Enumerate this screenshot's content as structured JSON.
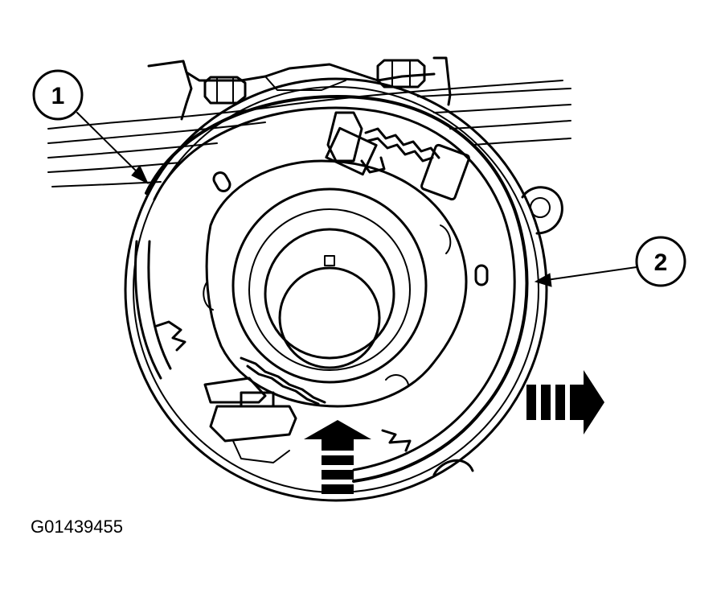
{
  "callouts": [
    {
      "label": "1"
    },
    {
      "label": "2"
    }
  ],
  "figure_id": "G01439455",
  "arrows": {
    "up": "direction-arrow-up",
    "right": "direction-arrow-right"
  },
  "colors": {
    "ink": "#000000",
    "background": "#ffffff"
  }
}
